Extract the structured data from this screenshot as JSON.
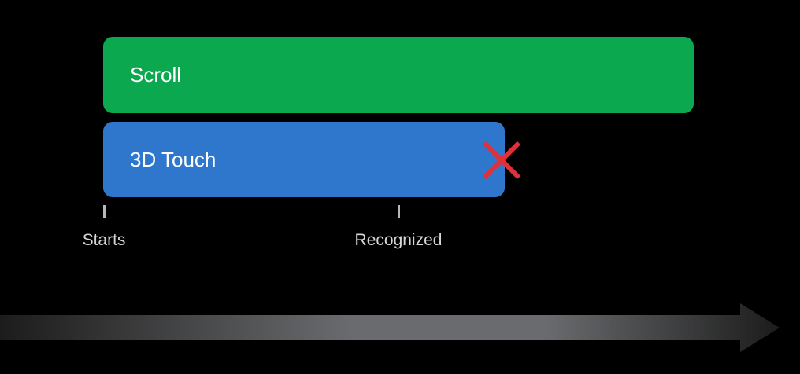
{
  "bars": {
    "scroll": {
      "label": "Scroll",
      "color": "#0ba84f"
    },
    "touch": {
      "label": "3D Touch",
      "color": "#2e77cc",
      "status": "failed"
    }
  },
  "markers": {
    "starts": "Starts",
    "recognized": "Recognized"
  },
  "colors": {
    "background": "#000000",
    "fail_mark": "#e03038",
    "arrow_light": "#6a6b6e",
    "arrow_dark": "#1c1c1c"
  },
  "icons": {
    "fail": "x-mark-icon",
    "timeline": "arrow-right-icon"
  }
}
